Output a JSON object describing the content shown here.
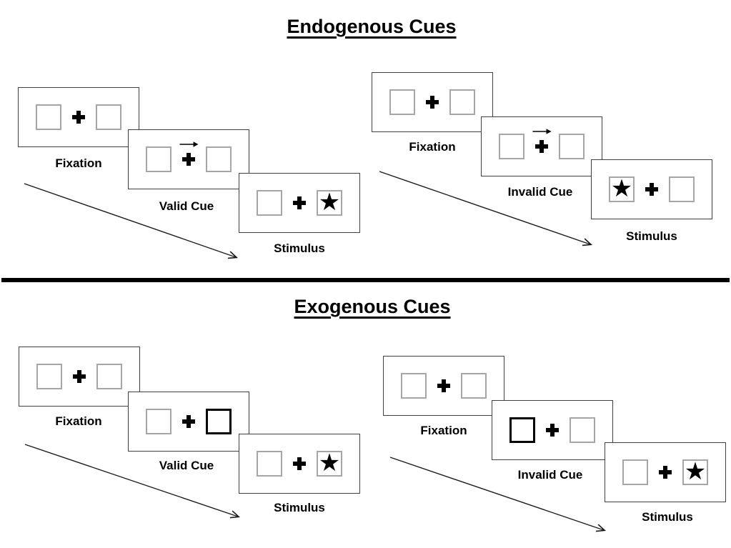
{
  "endogenous": {
    "title": "Endogenous Cues",
    "valid": {
      "fixation": "Fixation",
      "cue": "Valid Cue",
      "stimulus": "Stimulus",
      "cue_type": "central-arrow",
      "cue_direction": "right",
      "star_side": "right"
    },
    "invalid": {
      "fixation": "Fixation",
      "cue": "Invalid Cue",
      "stimulus": "Stimulus",
      "cue_type": "central-arrow",
      "cue_direction": "right",
      "star_side": "left"
    }
  },
  "exogenous": {
    "title": "Exogenous Cues",
    "valid": {
      "fixation": "Fixation",
      "cue": "Valid Cue",
      "stimulus": "Stimulus",
      "cue_type": "peripheral-box-highlight",
      "cue_side": "right",
      "star_side": "right"
    },
    "invalid": {
      "fixation": "Fixation",
      "cue": "Invalid Cue",
      "stimulus": "Stimulus",
      "cue_type": "peripheral-box-highlight",
      "cue_side": "left",
      "star_side": "right"
    }
  },
  "glyphs": {
    "star": "★"
  },
  "colors": {
    "background": "#ffffff",
    "panel_border": "#3f3f3f",
    "box_border": "#a6a6a6",
    "ink": "#000000"
  }
}
